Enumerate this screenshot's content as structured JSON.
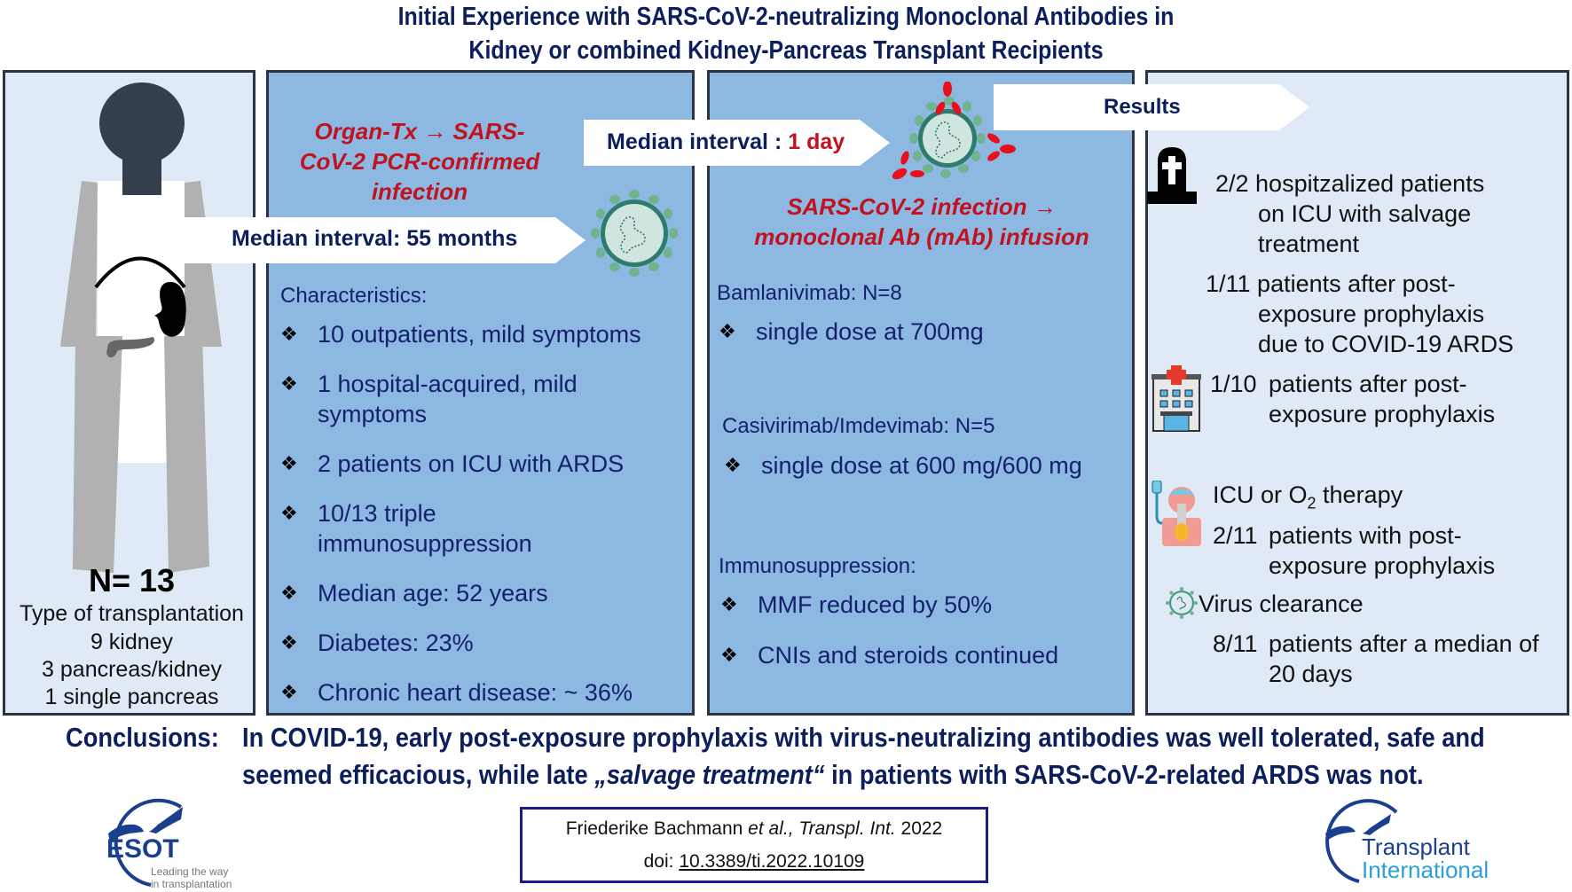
{
  "title": {
    "line1": "Initial Experience with SARS-CoV-2-neutralizing Monoclonal Antibodies in",
    "line2": "Kidney or combined Kidney-Pancreas Transplant Recipients"
  },
  "panel_patients": {
    "figure_icons": [
      "person-silhouette-icon",
      "kidney-icon",
      "pancreas-icon"
    ],
    "n_label": "N= 13",
    "type_heading": "Type of transplantation",
    "types": [
      "9 kidney",
      "3 pancreas/kidney",
      "1 single pancreas"
    ]
  },
  "callouts": {
    "interval1_label": "Median interval: 55 months",
    "interval2_prefix": "Median interval : ",
    "interval2_value": "1 day",
    "results_label": "Results"
  },
  "panel_infection": {
    "heading": [
      "Organ-Tx →  SARS-",
      "CoV-2 PCR-confirmed",
      "infection"
    ],
    "section_label": "Characteristics:",
    "bullet_glyph": "❖",
    "items": [
      [
        "10 outpatients, mild symptoms"
      ],
      [
        "1 hospital-acquired, mild",
        "symptoms"
      ],
      [
        "2 patients on ICU with  ARDS"
      ],
      [
        "10/13 triple",
        "immunosuppression"
      ],
      [
        "Median age: 52 years"
      ],
      [
        "Diabetes: 23%"
      ],
      [
        "Chronic heart disease: ~ 36%"
      ]
    ]
  },
  "panel_treatment": {
    "heading": [
      "SARS-CoV-2 infection →",
      "monoclonal Ab (mAb) infusion"
    ],
    "bamlanivimab_label": "Bamlanivimab: N=8",
    "bamlanivimab_item": "single dose at 700mg",
    "casirivimab_label": "Casivirimab/Imdevimab: N=5",
    "casirivimab_item": "single dose at 600 mg/600 mg",
    "immuno_label": "Immunosuppression:",
    "immuno_items": [
      "MMF reduced by 50%",
      "CNIs and steroids continued"
    ]
  },
  "panel_results": {
    "death": {
      "icon": "gravestone-icon",
      "lines": [
        "2/2 hospitzalized patients",
        "on ICU with salvage",
        "treatment"
      ],
      "lines2": [
        "1/11 patients after post-",
        "exposure prophylaxis",
        "due to COVID-19 ARDS"
      ]
    },
    "hospital": {
      "icon": "hospital-icon",
      "fraction": "1/10",
      "lines": [
        "patients after post-",
        "exposure prophylaxis"
      ]
    },
    "icu": {
      "icon": "patient-oxygen-icon",
      "heading_pre": "ICU or O",
      "heading_sub": "2",
      "heading_post": " therapy",
      "fraction": "2/11",
      "lines": [
        "patients with post-",
        "exposure prophylaxis"
      ]
    },
    "clearance": {
      "icon": "virus-icon",
      "heading": "Virus clearance",
      "fraction": "8/11",
      "lines": [
        "patients after a median of",
        "20 days"
      ]
    }
  },
  "conclusions": {
    "label": "Conclusions:",
    "line1": "In COVID-19, early post-exposure prophylaxis with virus-neutralizing antibodies was well tolerated, safe and",
    "line2_pre": "seemed efficacious, while late ",
    "line2_italic": "„salvage treatment“",
    "line2_post": " in patients with SARS-CoV-2-related ARDS was not."
  },
  "citation": {
    "author": "Friederike Bachmann ",
    "etal": "et al., Transpl. Int.",
    "year": " 2022",
    "doi_prefix": "doi: ",
    "doi": "10.3389/ti.2022.10109"
  },
  "logos": {
    "esot_name": "ESOT",
    "esot_tagline1": "Leading the way",
    "esot_tagline2": "in transplantation",
    "ti_line1": "Transplant",
    "ti_line2": "International"
  },
  "colors": {
    "navy": "#0d1e5c",
    "red": "#c0131f",
    "panel_light": "#dfeaf6",
    "panel_blue": "#8db8e2",
    "logo_blue": "#1b3f8f",
    "logo_cyan": "#2aa0d6"
  }
}
